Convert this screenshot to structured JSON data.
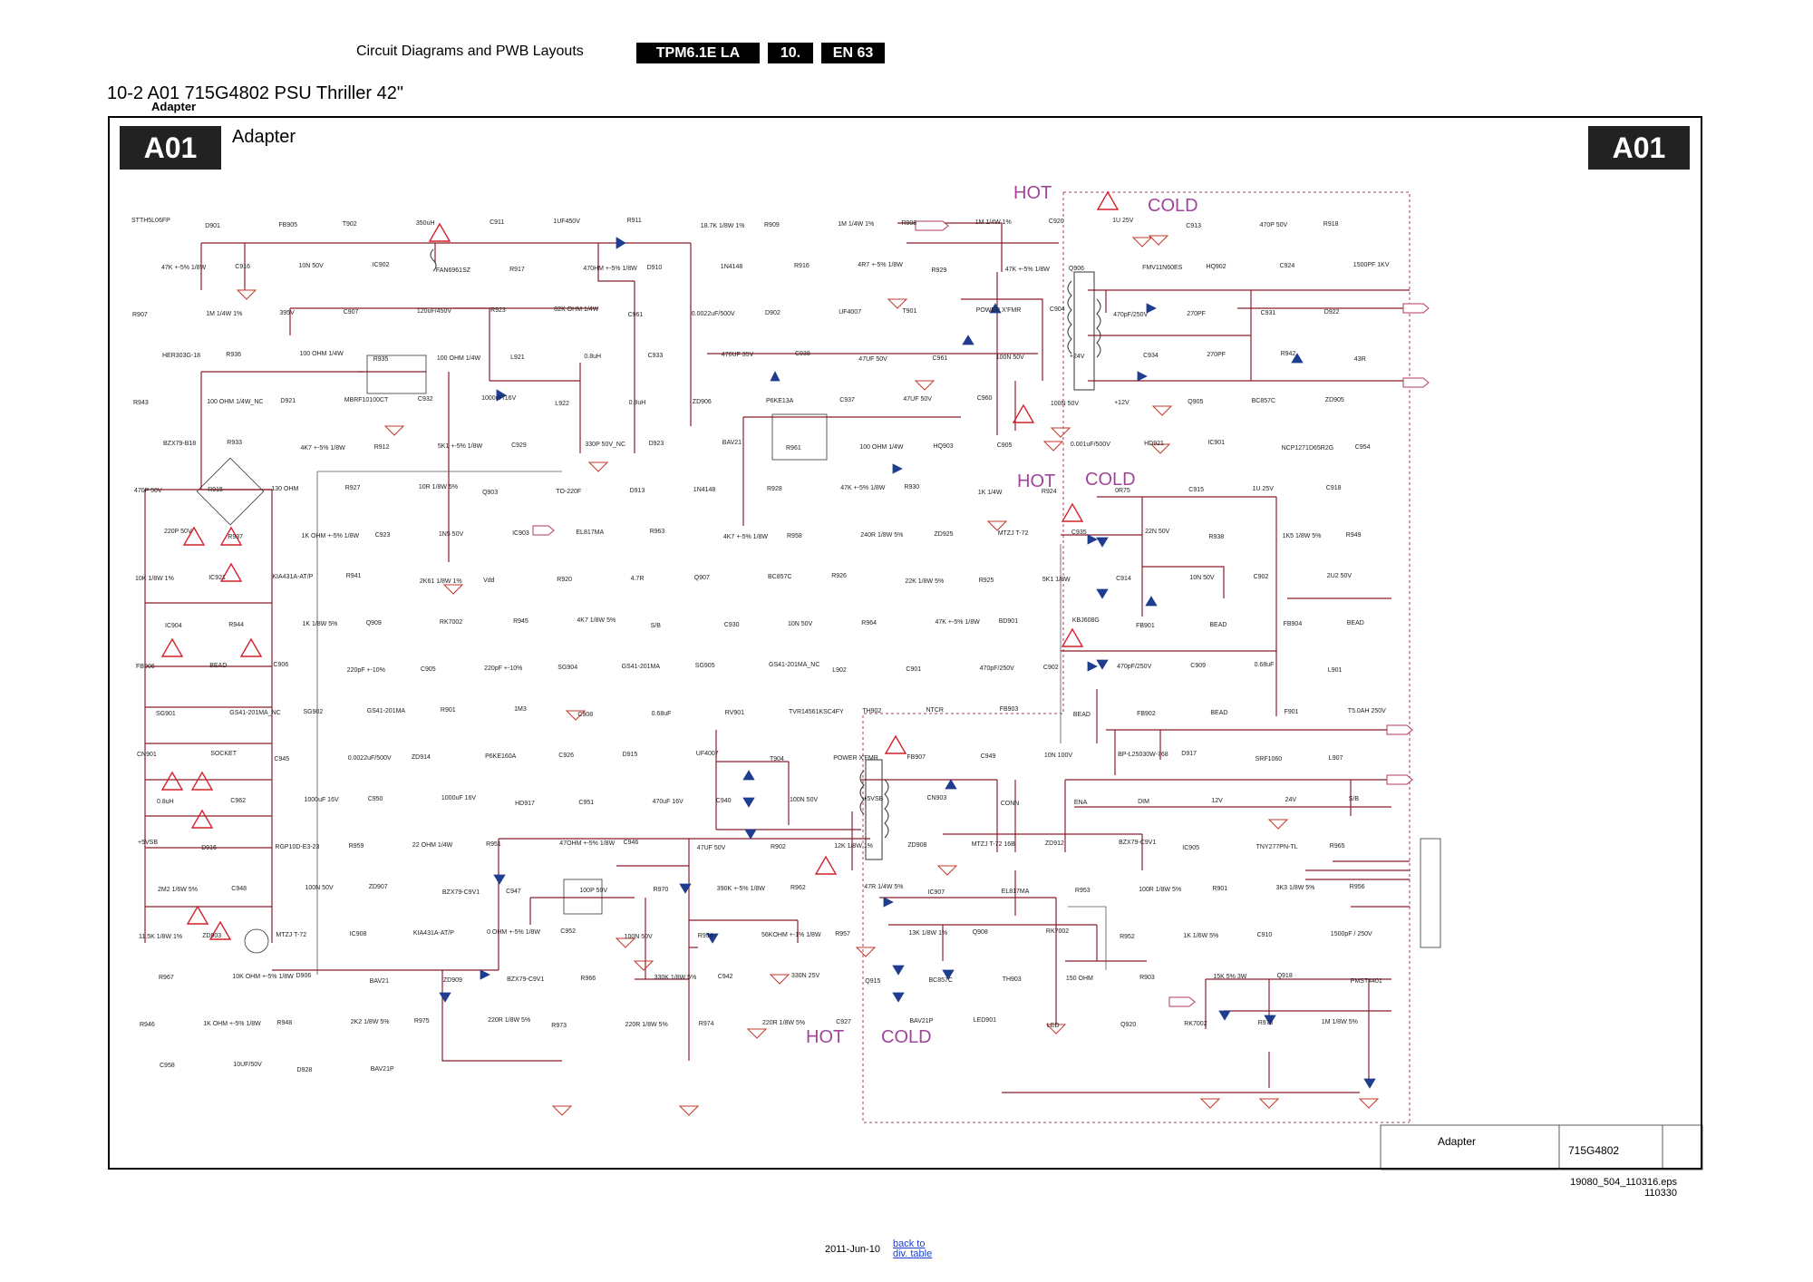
{
  "header": {
    "section": "Circuit Diagrams and PWB Layouts",
    "model": "TPM6.1E LA",
    "chapter": "10.",
    "page": "EN 63"
  },
  "title": "10-2 A01 715G4802 PSU Thriller 42\"",
  "subtitle": "Adapter",
  "badge_left": "A01",
  "badge_right": "A01",
  "block_label": "Adapter",
  "zones": [
    "HOT",
    "COLD",
    "HOT",
    "COLD",
    "HOT",
    "COLD"
  ],
  "components": [
    "STTH5L06FP",
    "D901",
    "FB905",
    "T902",
    "350uH",
    "C911",
    "1UF450V",
    "R911",
    "18.7K 1/8W 1%",
    "R909",
    "1M 1/4W 1%",
    "R908",
    "1M 1/4W 1%",
    "C920",
    "1U 25V",
    "C913",
    "470P 50V",
    "R918",
    "47K +-5% 1/8W",
    "C916",
    "10N 50V",
    "IC902",
    "FAN6961SZ",
    "R917",
    "470HM +-5% 1/8W",
    "D910",
    "1N4148",
    "R916",
    "4R7 +-5% 1/8W",
    "R929",
    "47K +-5% 1/8W",
    "Q906",
    "FMV11N60ES",
    "HQ902",
    "C924",
    "1500PF 1KV",
    "R907",
    "1M 1/4W 1%",
    "395V",
    "C907",
    "120uF/450V",
    "R923",
    "82K OHM 1/4W",
    "C961",
    "0.0022uF/500V",
    "D902",
    "UF4007",
    "T901",
    "POWER X'FMR",
    "C904",
    "470pF/250V",
    "270PF",
    "C931",
    "D922",
    "HER303G-18",
    "R936",
    "100 OHM 1/4W",
    "R935",
    "100 OHM 1/4W",
    "L921",
    "0.8uH",
    "C933",
    "470UF 35V",
    "C938",
    "47UF 50V",
    "C961",
    "100N 50V",
    "+24V",
    "C934",
    "270PF",
    "R942",
    "43R",
    "R943",
    "100 OHM 1/4W_NC",
    "D921",
    "MBRF10100CT",
    "C932",
    "1000uF/16V",
    "L922",
    "0.8uH",
    "ZD906",
    "P6KE13A",
    "C937",
    "47UF 50V",
    "C960",
    "100N 50V",
    "+12V",
    "Q905",
    "BC857C",
    "ZD905",
    "BZX79-B18",
    "R933",
    "4K7 +-5% 1/8W",
    "R912",
    "5K1 +-5% 1/8W",
    "C929",
    "330P 50V_NC",
    "D923",
    "BAV21",
    "R961",
    "100 OHM 1/4W",
    "HQ903",
    "C905",
    "0.001uF/500V",
    "HD921",
    "IC901",
    "NCP1271D65R2G",
    "C954",
    "470P 50V",
    "R915",
    "130 OHM",
    "R927",
    "10R 1/8W 5%",
    "Q903",
    "TO-220F",
    "D913",
    "1N4148",
    "R928",
    "47K +-5% 1/8W",
    "R930",
    "1K 1/4W",
    "R924",
    "0R75",
    "C915",
    "1U 25V",
    "C918",
    "220P 50V",
    "R937",
    "1K OHM +-5% 1/8W",
    "C923",
    "1N5 50V",
    "IC903",
    "EL817MA",
    "R963",
    "4K7 +-5% 1/8W",
    "R958",
    "240R 1/8W 5%",
    "ZD925",
    "MTZJ T-72",
    "C935",
    "22N 50V",
    "R938",
    "1K5 1/8W 5%",
    "R949",
    "10K 1/8W 1%",
    "IC921",
    "KIA431A-AT/P",
    "R941",
    "2K61 1/8W 1%",
    "Vdd",
    "R920",
    "4.7R",
    "Q907",
    "BC857C",
    "R926",
    "22K 1/8W 5%",
    "R925",
    "5K1 1/8W",
    "C914",
    "10N 50V",
    "C902",
    "2U2 50V",
    "IC904",
    "R944",
    "1K 1/8W 5%",
    "Q909",
    "RK7002",
    "R945",
    "4K7 1/8W 5%",
    "S/B",
    "C930",
    "10N 50V",
    "R964",
    "47K +-5% 1/8W",
    "BD901",
    "KBJ608G",
    "FB901",
    "BEAD",
    "FB904",
    "BEAD",
    "FB906",
    "BEAD",
    "C906",
    "220pF +-10%",
    "C905",
    "220pF +-10%",
    "SG904",
    "GS41-201MA",
    "SG905",
    "GS41-201MA_NC",
    "L902",
    "C901",
    "470pF/250V",
    "C902",
    "470pF/250V",
    "C909",
    "0.68uF",
    "L901",
    "SG901",
    "GS41-201MA_NC",
    "SG902",
    "GS41-201MA",
    "R901",
    "1M3",
    "C908",
    "0.68uF",
    "RV901",
    "TVR14561KSC4FY",
    "TH902",
    "NTCR",
    "FB903",
    "BEAD",
    "FB902",
    "BEAD",
    "F901",
    "T5.0AH 250V",
    "CN901",
    "SOCKET",
    "C945",
    "0.0022uF/500V",
    "ZD914",
    "P6KE160A",
    "C926",
    "D915",
    "UF4007",
    "T904",
    "POWER X'FMR",
    "FB907",
    "C949",
    "10N 100V",
    "BP-L25030W-768",
    "D917",
    "SRF1060",
    "L907",
    "0.8uH",
    "C962",
    "1000uF 16V",
    "C950",
    "1000uF 16V",
    "HD917",
    "C951",
    "470uF 16V",
    "C940",
    "100N 50V",
    "+5VSB",
    "CN903",
    "CONN",
    "ENA",
    "DIM",
    "12V",
    "24V",
    "S/B",
    "+5VSB",
    "D916",
    "RGP10D-E3-23",
    "R959",
    "22 OHM 1/4W",
    "R951",
    "47OHM +-5% 1/8W",
    "C946",
    "47UF 50V",
    "R902",
    "12K 1/8W 1%",
    "ZD908",
    "MTZJ T-72 16B",
    "ZD912",
    "BZX79-C9V1",
    "IC905",
    "TNY277PN-TL",
    "R965",
    "2M2 1/6W 5%",
    "C948",
    "100N 50V",
    "ZD907",
    "BZX79-C9V1",
    "C947",
    "100P 50V",
    "R970",
    "390K +-5% 1/8W",
    "R962",
    "47R 1/4W 5%",
    "IC907",
    "EL817MA",
    "R953",
    "100R 1/8W 5%",
    "R901",
    "3K3 1/8W 5%",
    "R956",
    "11.5K 1/8W 1%",
    "ZD903",
    "MTZJ T-72",
    "IC908",
    "KIA431A-AT/P",
    "0 OHM +-5% 1/8W",
    "C952",
    "100N 50V",
    "R954",
    "56KOHM +-1% 1/8W",
    "R957",
    "13K 1/8W 1%",
    "Q908",
    "RK7002",
    "R952",
    "1K 1/6W 5%",
    "C910",
    "1500pF / 250V",
    "R967",
    "10K OHM +-5% 1/8W",
    "D906",
    "BAV21",
    "ZD909",
    "BZX79-C9V1",
    "R966",
    "330K 1/8W 5%",
    "C942",
    "330N 25V",
    "Q915",
    "BC857C",
    "TH903",
    "150 OHM",
    "R903",
    "15K 5% 3W",
    "Q918",
    "PMST4401",
    "R946",
    "1K OHM +-5% 1/8W",
    "R948",
    "2K2 1/8W 5%",
    "R975",
    "220R 1/8W 5%",
    "R973",
    "220R 1/8W 5%",
    "R974",
    "220R 1/8W 5%",
    "C927",
    "BAV21P",
    "LED901",
    "LED",
    "Q920",
    "RK7002",
    "R976",
    "1M 1/8W 5%",
    "C958",
    "10UF/50V",
    "D928",
    "BAV21P"
  ],
  "title_block": {
    "name": "Adapter",
    "code": "715G4802"
  },
  "footer": {
    "file": "19080_504_110316.eps",
    "number": "110330",
    "date": "2011-Jun-10",
    "link_line1": "back to",
    "link_line2": "div. table"
  }
}
